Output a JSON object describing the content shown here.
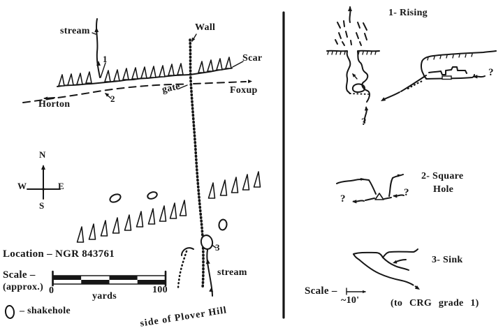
{
  "colors": {
    "ink": "#161616",
    "paper": "#ffffff"
  },
  "map": {
    "stream_top_label": "stream",
    "stream_bottom_label": "stream",
    "wall_label": "Wall",
    "scar_label": "Scar",
    "horton_label": "Horton",
    "foxup_label": "Foxup",
    "gate_label": "gate",
    "marker_1": "1",
    "marker_2": "2",
    "marker_3": "3",
    "compass": {
      "n": "N",
      "e": "E",
      "s": "S",
      "w": "W"
    },
    "location_text": "Location – NGR 843761",
    "scale_label": "Scale –",
    "scale_approx": "(approx.)",
    "scale_min": "0",
    "scale_max": "100",
    "scale_units": "yards",
    "legend_shakehole": "– shakehole",
    "hill_note": "side of Plover Hill"
  },
  "sections": {
    "rising_title": "1- Rising",
    "square_hole_title_line1": "2- Square",
    "square_hole_title_line2": "Hole",
    "sink_title": "3- Sink",
    "scale_label": "Scale –",
    "scale_value": "~10'",
    "grade_note": "(to CRG grade 1)",
    "query": "?"
  }
}
